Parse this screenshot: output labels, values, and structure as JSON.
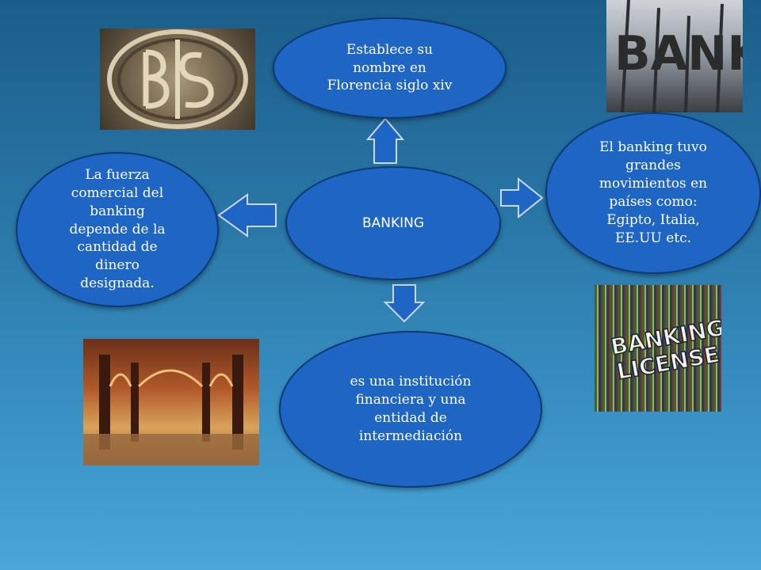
{
  "diagram": {
    "center": {
      "lines": [
        "BANKING"
      ]
    },
    "top": {
      "lines": [
        "Establece su",
        "nombre  en",
        "Florencia siglo xiv"
      ]
    },
    "left": {
      "lines": [
        "La fuerza",
        "comercial del",
        "banking",
        "depende de  la",
        "cantidad de",
        "dinero",
        "designada."
      ]
    },
    "right": {
      "lines": [
        "El banking tuvo",
        "grandes",
        "movimientos en",
        "países como:",
        "Egipto, Italia,",
        "EE.UU etc."
      ]
    },
    "bottom": {
      "lines": [
        "es una institución",
        "financiera y una",
        "entidad de",
        "intermediación"
      ]
    }
  },
  "images": {
    "top_right_text": "BANK",
    "bottom_right_text_1": "BANKING",
    "bottom_right_text_2": "LICENSE"
  },
  "colors": {
    "node_fill": "#1f66c4",
    "node_border": "#0d3a78",
    "arrow_fill": "#1f66c4",
    "arrow_stroke": "#c9d8ec"
  }
}
